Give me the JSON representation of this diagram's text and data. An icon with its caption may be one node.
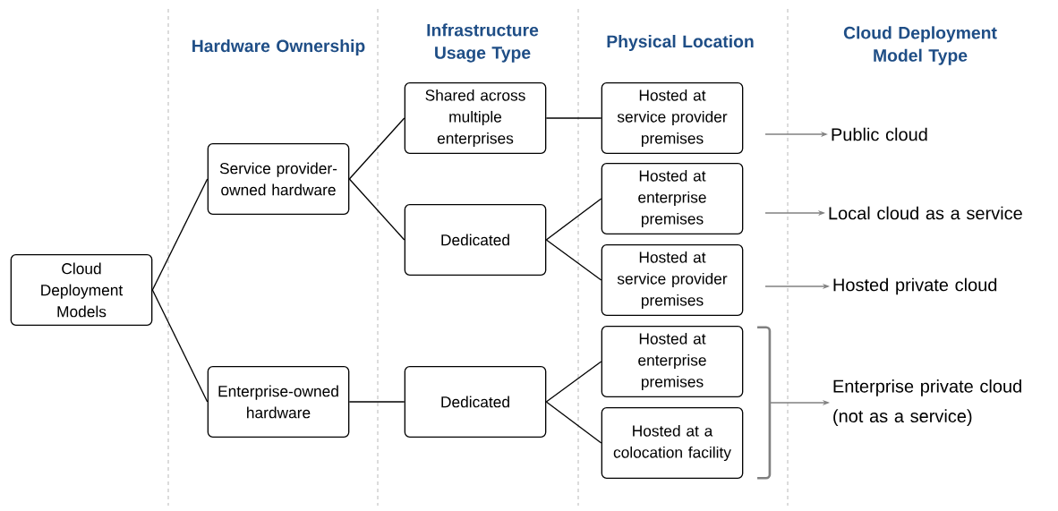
{
  "diagram": {
    "nodes": [
      {
        "text": [
          "Cloud Deployment Models"
        ]
      },
      {
        "text": [
          "Service provider-owned hardware"
        ]
      },
      {
        "text": [
          "Enterprise-owned hardware"
        ]
      },
      {
        "text": [
          "Shared across multiple enterprises"
        ]
      },
      {
        "text": [
          "Dedicated"
        ]
      },
      {
        "text": [
          "Dedicated"
        ]
      },
      {
        "text": [
          "Hosted at service provider premises"
        ]
      },
      {
        "text": [
          "Hosted at enterprise premises"
        ]
      },
      {
        "text": [
          "Hosted at service provider premises"
        ]
      },
      {
        "text": [
          "Hosted at enterprise premises"
        ]
      },
      {
        "text": [
          "Hosted at a colocation facility"
        ]
      },
      {
        "text": [
          "Public cloud"
        ]
      },
      {
        "text": [
          "Local cloud as a service"
        ]
      },
      {
        "text": [
          "Hosted private cloud"
        ]
      },
      {
        "text": [
          "Enterprise private cloud (not as a service)"
        ]
      },
      {
        "text": [],
        "shape": "bracket"
      }
    ],
    "edges": [
      {
        "from": 0,
        "to": 1,
        "arrow": "none"
      },
      {
        "from": 0,
        "to": 2,
        "arrow": "none"
      },
      {
        "from": 1,
        "to": 3,
        "arrow": "none"
      },
      {
        "from": 1,
        "to": 4,
        "arrow": "none"
      },
      {
        "from": 2,
        "to": 5,
        "arrow": "none"
      },
      {
        "from": 3,
        "to": 6,
        "arrow": "none"
      },
      {
        "from": 4,
        "to": 7,
        "arrow": "none"
      },
      {
        "from": 4,
        "to": 8,
        "arrow": "none"
      },
      {
        "from": 5,
        "to": 9,
        "arrow": "none"
      },
      {
        "from": 5,
        "to": 10,
        "arrow": "none"
      },
      {
        "from": null,
        "to": 11,
        "arrow": "to",
        "color": "#808080"
      },
      {
        "from": null,
        "to": 12,
        "arrow": "to",
        "color": "#808080"
      },
      {
        "from": null,
        "to": 13,
        "arrow": "to",
        "color": "#808080"
      },
      {
        "from": 15,
        "to": 14,
        "arrow": "to",
        "color": "#808080"
      }
    ],
    "labels": [
      "Hardware Ownership",
      "Infrastructure Usage Type",
      "Physical Location",
      "Cloud Deployment Model Type"
    ]
  }
}
